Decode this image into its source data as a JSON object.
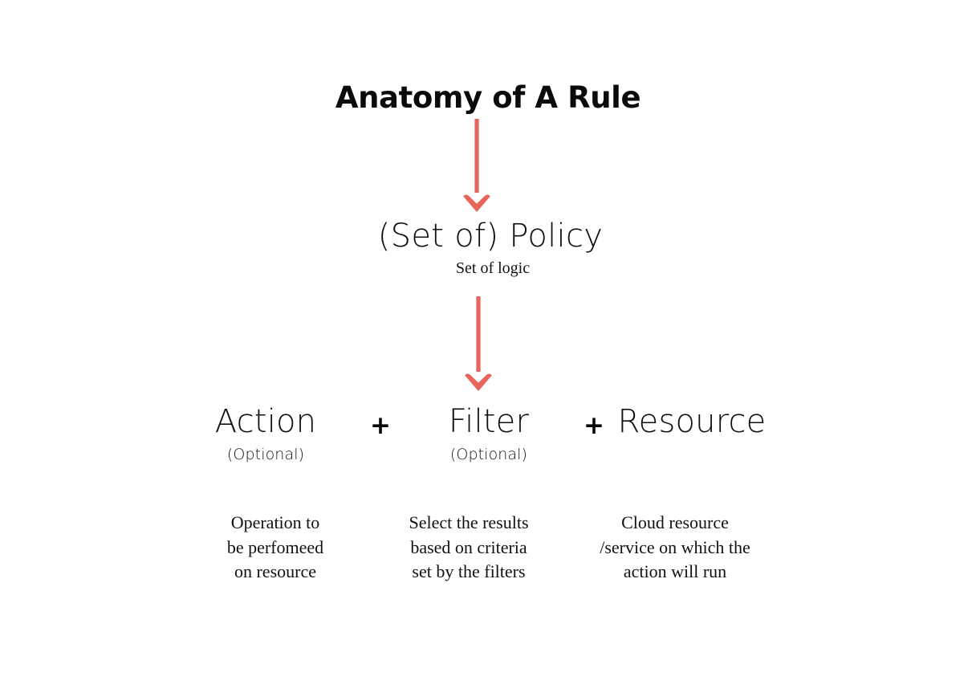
{
  "diagram": {
    "title": "Anatomy of A Rule",
    "type": "top-down flow diagram",
    "background_color": "#ffffff",
    "text_color": "#111111",
    "arrow_color": "#e8655b"
  },
  "policy": {
    "label": "(Set of) Policy",
    "subtitle": "Set of logic"
  },
  "components": [
    {
      "name": "Action",
      "optional_label": "(Optional)",
      "is_optional": true,
      "description_lines": [
        "Operation to",
        "be perfomeed",
        "on resource"
      ]
    },
    {
      "name": "Filter",
      "optional_label": "(Optional)",
      "is_optional": true,
      "description_lines": [
        "Select the results",
        "based on criteria",
        "set by the filters"
      ]
    },
    {
      "name": "Resource",
      "optional_label": "",
      "is_optional": false,
      "description_lines": [
        "Cloud resource",
        "/service on which the",
        "action will run"
      ]
    }
  ],
  "operators": {
    "plus": "+"
  },
  "arrows": [
    {
      "name": "title-to-policy",
      "from": "Anatomy of A Rule",
      "to": "(Set of) Policy"
    },
    {
      "name": "policy-to-components",
      "from": "(Set of) Policy",
      "to": "Action + Filter + Resource"
    }
  ]
}
